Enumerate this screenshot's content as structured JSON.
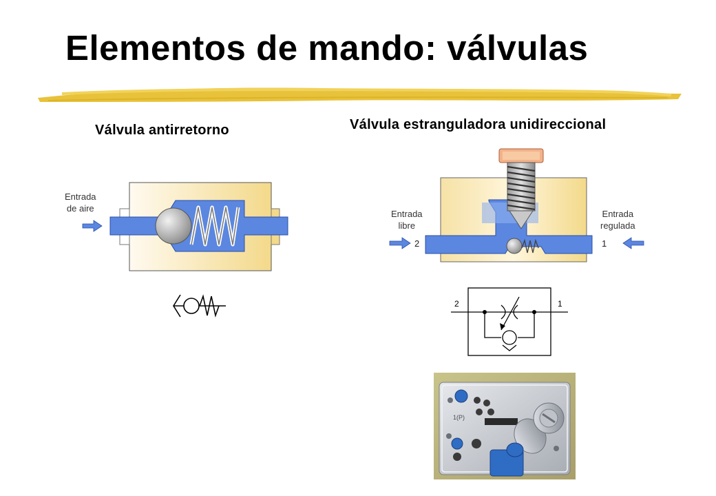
{
  "title": "Elementos de mando: válvulas",
  "left_section": {
    "title": "Válvula antirretorno",
    "inlet_label_line1": "Entrada",
    "inlet_label_line2": "de aire"
  },
  "right_section": {
    "title": "Válvula estranguladora unidireccional",
    "free_inlet_line1": "Entrada",
    "free_inlet_line2": "libre",
    "regulated_inlet_line1": "Entrada",
    "regulated_inlet_line2": "regulada",
    "port_left": "2",
    "port_right": "1",
    "symbol_port_left": "2",
    "symbol_port_right": "1"
  },
  "colors": {
    "body_fill": "#f3d98a",
    "flow_blue": "#5b87e0",
    "brush_stroke": "#e8c23a"
  }
}
